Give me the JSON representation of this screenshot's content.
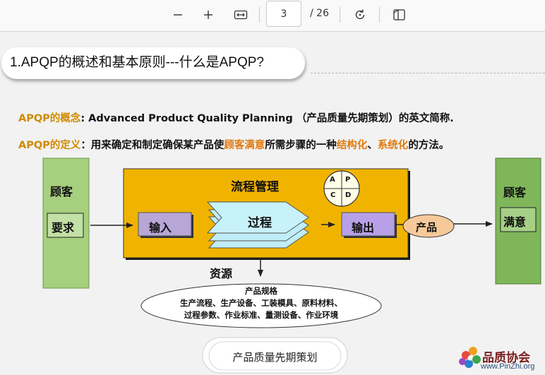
{
  "toolbar": {
    "zoom_out_icon": "minus-icon",
    "zoom_in_icon": "plus-icon",
    "fit_icon": "fit-width-icon",
    "current_page": "3",
    "total_pages": "/ 26",
    "rotate_icon": "rotate-icon",
    "view_icon": "page-view-icon"
  },
  "slide": {
    "title": "1.APQP的概述和基本原则---什么是APQP?",
    "concept": {
      "label": "APQP的概念",
      "text": ": Advanced Product Quality Planning （产品质量先期策划）的英文简称."
    },
    "definition": {
      "label": "APQP的定义",
      "text1": "：用来确定和制定确保某产品使",
      "hl1": "顾客满意",
      "text2": "所需步骤的一种",
      "hl2": "结构化",
      "sep": "、",
      "hl3": "系统化",
      "text3": "的方法。"
    },
    "diagram": {
      "left_title": "顾客",
      "left_box": "要求",
      "process_title": "流程管理",
      "pdca": [
        "A",
        "P",
        "C",
        "D"
      ],
      "input": "输入",
      "process": "过程",
      "output": "输出",
      "product": "产品",
      "right_title": "顾客",
      "right_box": "满意",
      "resources": "资源",
      "resources_detail": {
        "line1": "产品规格",
        "line2": "生产流程、生产设备、工装模具、原料材料、",
        "line3": "过程参数、作业标准、量测设备、作业环境"
      }
    },
    "footer": "产品质量先期策划"
  },
  "watermark": {
    "title": "品质协会",
    "url": "www.PinZhi.org"
  }
}
